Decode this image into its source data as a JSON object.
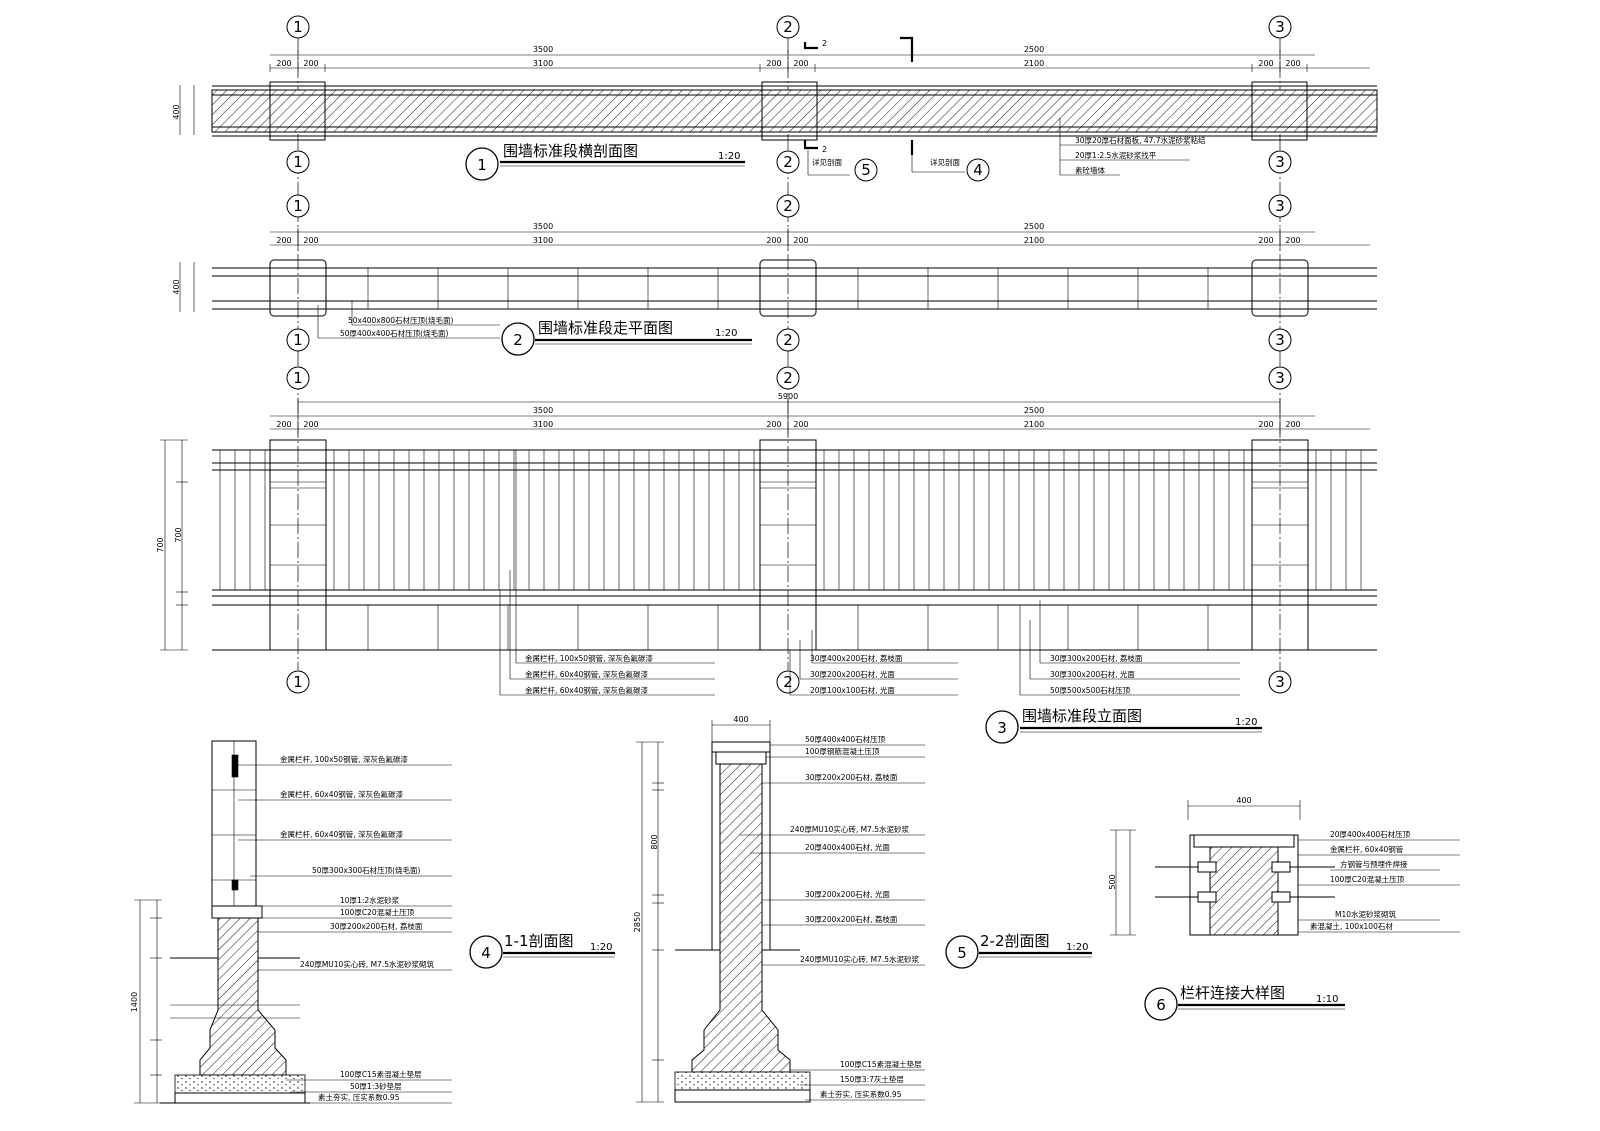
{
  "axes": {
    "a1": "1",
    "a2": "2",
    "a3": "3"
  },
  "drawings": {
    "d1": {
      "number": "1",
      "title": "围墙标准段横剖面图",
      "scale": "1:20"
    },
    "d2": {
      "number": "2",
      "title": "围墙标准段走平面图",
      "scale": "1:20"
    },
    "d3": {
      "number": "3",
      "title": "围墙标准段立面图",
      "scale": "1:20"
    },
    "d4": {
      "number": "4",
      "title": "1-1剖面图",
      "scale": "1:20"
    },
    "d5": {
      "number": "5",
      "title": "2-2剖面图",
      "scale": "1:20"
    },
    "d6": {
      "number": "6",
      "title": "栏杆连接大样图",
      "scale": "1:10"
    }
  },
  "dims": {
    "bay_left": "3500",
    "bay_right": "2500",
    "bay_left_inner": "3100",
    "bay_right_inner": "2100",
    "pier_half": "200",
    "total": "5900",
    "pier_width": "400",
    "wall_height": "700",
    "sec_width": "400",
    "sec_height": "2850",
    "sec_rail": "800",
    "sec_depth": "1400",
    "detail_width": "400",
    "detail_height": "500"
  },
  "section_marks": {
    "cut": "2",
    "ref4": "4",
    "ref5": "5"
  },
  "notes": {
    "d1": [
      "30厚20厚石材面板, 47.7水泥砂浆粘结",
      "20厚1:2.5水泥砂浆找平",
      "素砼墙体"
    ],
    "d1_ref4": "详见剖面",
    "d1_ref5": "详见剖面",
    "d2": [
      "50x400x800石材压顶(烧毛面)",
      "50厚400x400石材压顶(烧毛面)"
    ],
    "d3_left": [
      "金属栏杆, 100x50钢管, 深灰色氟碳漆",
      "金属栏杆, 60x40钢管, 深灰色氟碳漆",
      "金属栏杆, 60x40钢管, 深灰色氟碳漆"
    ],
    "d3_mid": [
      "30厚400x200石材, 荔枝面",
      "30厚200x200石材, 光面",
      "20厚100x100石材, 光面"
    ],
    "d3_right": [
      "30厚300x200石材, 荔枝面",
      "30厚300x200石材, 光面",
      "50厚500x500石材压顶"
    ],
    "d4": [
      "金属栏杆, 100x50钢管, 深灰色氟碳漆",
      "金属栏杆, 60x40钢管, 深灰色氟碳漆",
      "金属栏杆, 60x40钢管, 深灰色氟碳漆",
      "50厚300x300石材压顶(烧毛面)",
      "10厚1:2水泥砂浆",
      "100厚C20混凝土压顶",
      "30厚200x200石材, 荔枝面",
      "240厚MU10实心砖, M7.5水泥砂浆砌筑",
      "100厚C15素混凝土垫层",
      "50厚1:3砂垫层",
      "素土夯实, 压实系数0.95"
    ],
    "d5": [
      "50厚400x400石材压顶",
      "100厚钢筋混凝土压顶",
      "30厚200x200石材, 荔枝面",
      "240厚MU10实心砖, M7.5水泥砂浆",
      "20厚400x400石材, 光面",
      "30厚200x200石材, 光面",
      "30厚200x200石材, 荔枝面",
      "240厚MU10实心砖, M7.5水泥砂浆",
      "100厚C15素混凝土垫层",
      "150厚3:7灰土垫层",
      "素土夯实, 压实系数0.95"
    ],
    "d6": [
      "20厚400x400石材压顶",
      "金属栏杆, 60x40钢管",
      "方钢管与预埋件焊接",
      "100厚C20混凝土压顶",
      "M10水泥砂浆砌筑",
      "素混凝土, 100x100石材"
    ]
  }
}
